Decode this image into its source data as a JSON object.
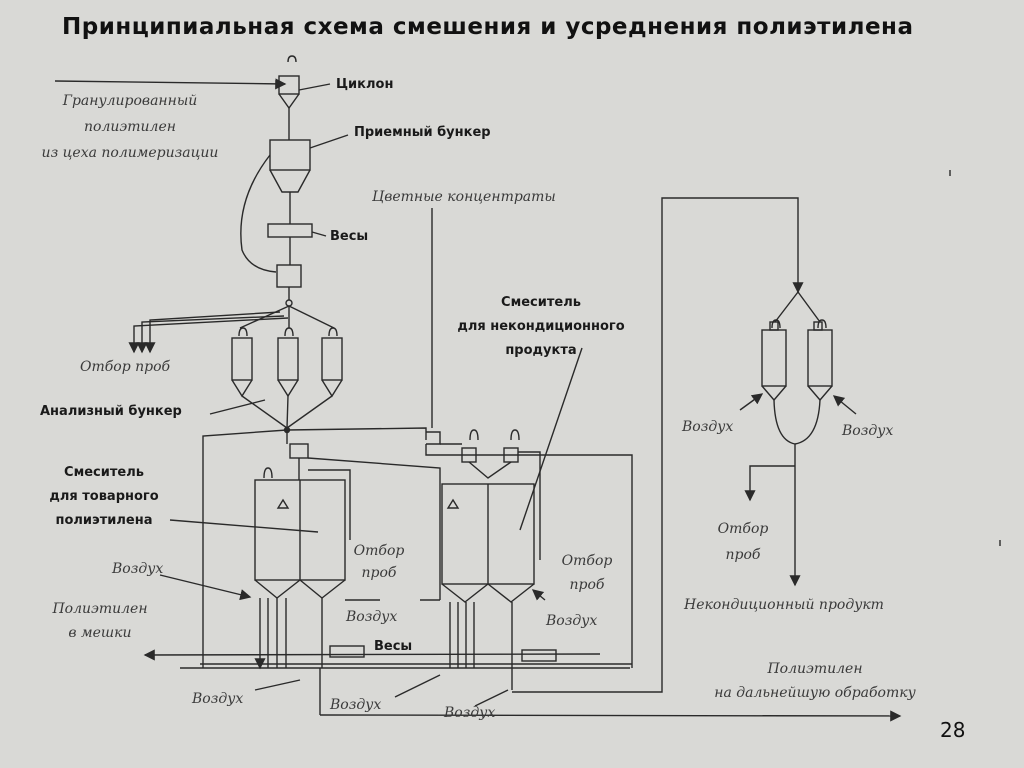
{
  "title": "Принципиальная схема смешения и усреднения полиэтилена",
  "page_number": "28",
  "labels": {
    "cyclone": "Циклон",
    "receiving_bunker": "Приемный бункер",
    "scales_top": "Весы",
    "scales_bottom": "Весы",
    "analysis_bunker": "Анализный бункер",
    "mixer_commercial": [
      "Смеситель",
      "для товарного",
      "полиэтилена"
    ],
    "mixer_offspec": [
      "Смеситель",
      "для некондиционного",
      "продукта"
    ]
  },
  "flow_labels": {
    "granulated_pe": [
      "Гранулированный",
      "полиэтилен",
      "из цеха полимеризации"
    ],
    "color_concentrates": "Цветные концентраты",
    "sampling_left": "Отбор проб",
    "sampling_mid1": [
      "Отбор",
      "проб"
    ],
    "sampling_mid2": [
      "Отбор",
      "проб"
    ],
    "sampling_right": [
      "Отбор",
      "проб"
    ],
    "air_left_mixer": "Воздух",
    "pe_to_bags": [
      "Полиэтилен",
      "в мешки"
    ],
    "air_mid1": "Воздух",
    "air_mid2": "Воздух",
    "air_bottom1": "Воздух",
    "air_bottom2": "Воздух",
    "air_bottom3": "Воздух",
    "air_right1": "Воздух",
    "air_right2": "Воздух",
    "offspec_product": "Некондиционный продукт",
    "pe_further_processing": [
      "Полиэтилен",
      "на дальнейшую обработку"
    ]
  }
}
